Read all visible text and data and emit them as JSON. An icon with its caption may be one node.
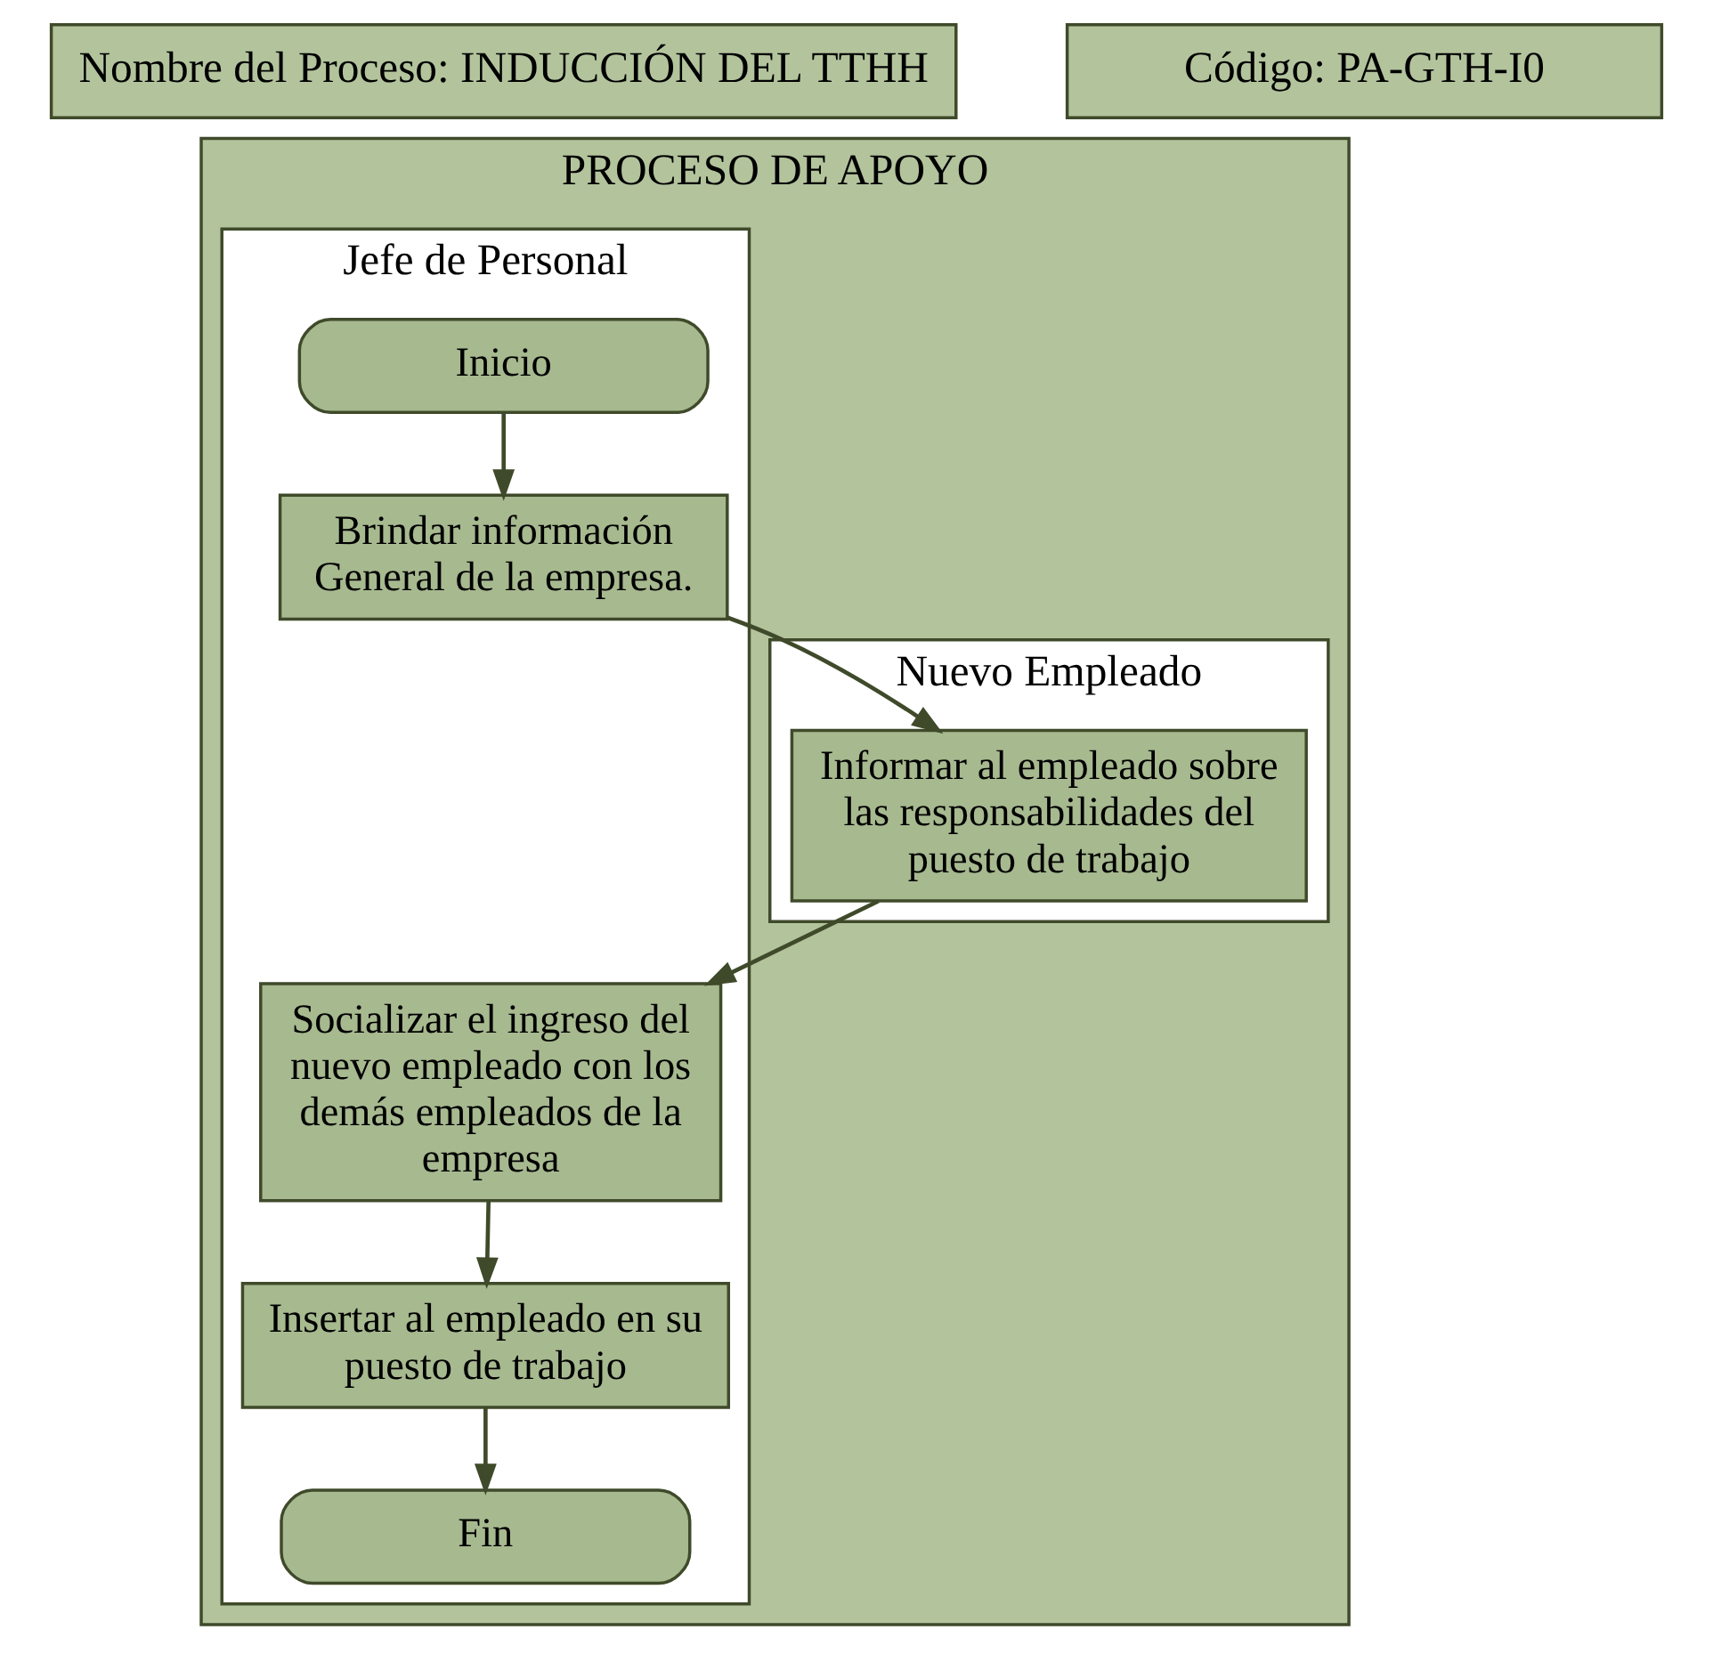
{
  "diagram": {
    "nodes": [
      {
        "text": [
          "Nombre del Proceso: INDUCCIÓN DEL TTHH"
        ]
      },
      {
        "text": [
          "Código: PA-GTH-I0"
        ]
      },
      {
        "text": [
          "PROCESO DE APOYO"
        ]
      },
      {
        "text": [
          "Jefe de Personal"
        ],
        "in": 2
      },
      {
        "text": [
          "Nuevo Empleado"
        ],
        "in": 2
      },
      {
        "text": [
          "Inicio"
        ],
        "in": 3
      },
      {
        "text": [
          "Brindar información General de la empresa."
        ],
        "in": 3
      },
      {
        "text": [
          "Informar al empleado sobre las responsabilidades del puesto de trabajo"
        ],
        "in": 4
      },
      {
        "text": [
          "Socializar el ingreso del nuevo empleado con los demás empleados de la empresa"
        ],
        "in": 3
      },
      {
        "text": [
          "Insertar al empleado en su puesto de trabajo"
        ],
        "in": 3
      },
      {
        "text": [
          "Fin"
        ],
        "in": 3
      }
    ],
    "edges": [
      {
        "from": 5,
        "to": 6,
        "arrow": "to"
      },
      {
        "from": 6,
        "to": 7,
        "arrow": "to"
      },
      {
        "from": 7,
        "to": 8,
        "arrow": "to"
      },
      {
        "from": 8,
        "to": 9,
        "arrow": "to"
      },
      {
        "from": 9,
        "to": 10,
        "arrow": "to"
      }
    ]
  }
}
